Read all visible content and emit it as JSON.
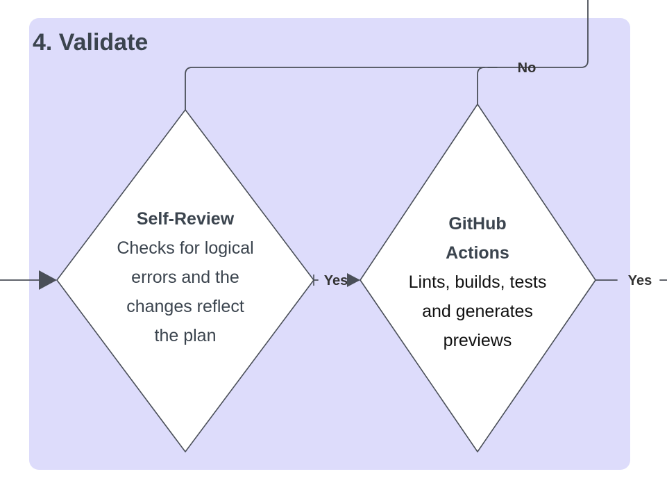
{
  "panel": {
    "title": "4. Validate",
    "background_color": "#dddcfb",
    "corner_radius": 14
  },
  "theme": {
    "node_fill": "#ffffff",
    "node_stroke": "#4a4f58",
    "title_color": "#3b444e",
    "body_slate_color": "#3b444e",
    "body_dark_color": "#101010",
    "edge_color": "#4a4f58",
    "label_color": "#333333",
    "page_background": "#ffffff"
  },
  "nodes": [
    {
      "id": "self-review",
      "shape": "diamond",
      "title": "Self-Review",
      "body_lines": [
        "Checks for logical",
        "errors and the",
        "changes reflect",
        "the plan"
      ],
      "body_color_key": "slate"
    },
    {
      "id": "github-actions",
      "shape": "diamond",
      "title_lines": [
        "GitHub",
        "Actions"
      ],
      "body_lines": [
        "Lints, builds, tests",
        "and generates",
        "previews"
      ],
      "body_color_key": "dark"
    }
  ],
  "edges": [
    {
      "id": "incoming",
      "label": "",
      "from": "outside-left",
      "to": "self-review",
      "arrow": true
    },
    {
      "id": "self-review-to-github-actions",
      "label": "Yes",
      "from": "self-review",
      "to": "github-actions",
      "arrow": true
    },
    {
      "id": "github-actions-to-outside-right",
      "label": "Yes",
      "from": "github-actions",
      "to": "outside-right",
      "arrow": false
    },
    {
      "id": "loopback-no",
      "label": "No",
      "from": "outside-top-right",
      "to": "self-review-and-github-actions-tops",
      "arrow": false
    }
  ],
  "labels": {
    "yes_left": "Yes",
    "yes_right": "Yes",
    "no_top": "No"
  }
}
